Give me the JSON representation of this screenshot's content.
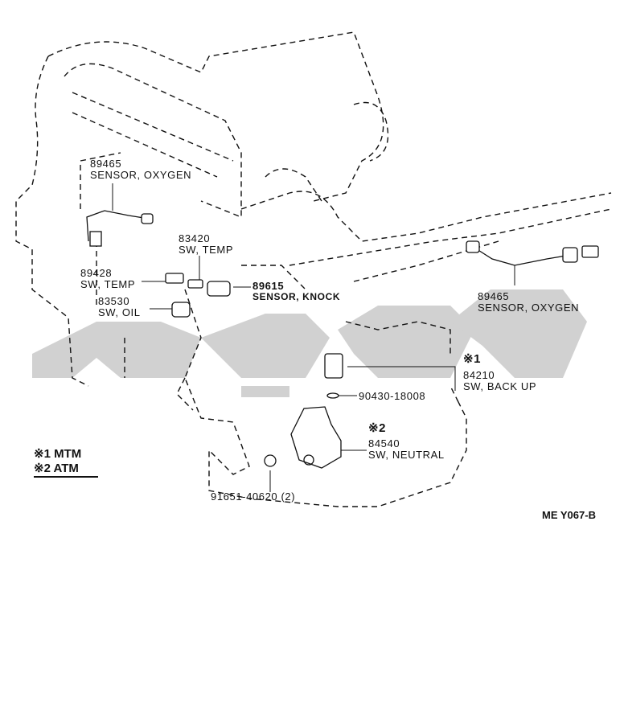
{
  "callouts": {
    "oxygen_left": {
      "part": "89465",
      "name": "SENSOR, OXYGEN"
    },
    "temp_upper": {
      "part": "83420",
      "name": "SW, TEMP"
    },
    "temp_lower": {
      "part": "89428",
      "name": "SW, TEMP"
    },
    "oil": {
      "part": "83530",
      "name": "SW, OIL"
    },
    "knock": {
      "part": "89615",
      "name": "SENSOR, KNOCK"
    },
    "oxygen_right": {
      "part": "89465",
      "name": "SENSOR, OXYGEN"
    },
    "back_up": {
      "mark": "※1",
      "part": "84210",
      "name": "SW, BACK UP"
    },
    "washer": {
      "part": "90430-18008"
    },
    "neutral": {
      "mark": "※2",
      "part": "84540",
      "name": "SW, NEUTRAL"
    },
    "bolt": {
      "part": "91651-40620 (2)"
    }
  },
  "legend": {
    "line1": "※1 MTM",
    "line2": "※2 ATM"
  },
  "diagram_ref": "ME  Y067-B",
  "colors": {
    "ink": "#111111",
    "watermark": "#c8c8c8",
    "paper": "#ffffff"
  }
}
